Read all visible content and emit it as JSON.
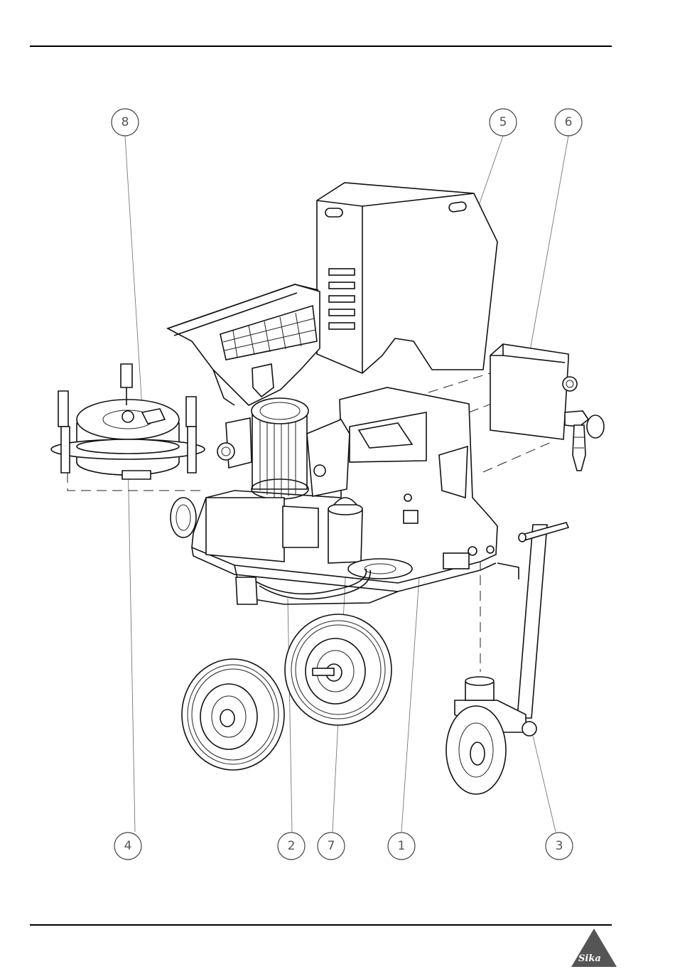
{
  "callouts": [
    {
      "id": "8",
      "label": "8"
    },
    {
      "id": "5",
      "label": "5"
    },
    {
      "id": "6",
      "label": "6"
    },
    {
      "id": "4",
      "label": "4"
    },
    {
      "id": "2",
      "label": "2"
    },
    {
      "id": "7",
      "label": "7"
    },
    {
      "id": "1",
      "label": "1"
    },
    {
      "id": "3",
      "label": "3"
    }
  ],
  "logo": {
    "text": "Sika"
  }
}
